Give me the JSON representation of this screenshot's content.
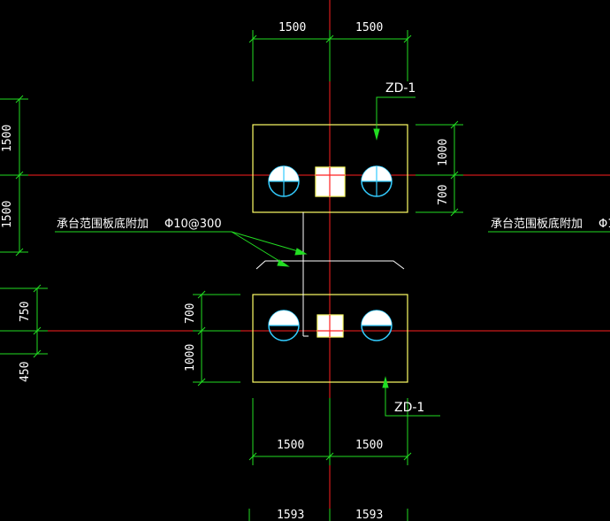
{
  "dimensions": {
    "top_left": "1500",
    "top_right": "1500",
    "upper_cap_top": "1000",
    "upper_cap_bottom": "700",
    "lower_cap_top": "700",
    "lower_cap_bottom": "1000",
    "bottom_left": "1500",
    "bottom_right": "1500",
    "lowest_left": "1593",
    "lowest_right": "1593",
    "left_edge_upper": "1500",
    "left_edge_lower": "1500",
    "left_mid_upper": "750",
    "left_mid_lower": "450"
  },
  "labels": {
    "cap_upper": "ZD-1",
    "cap_lower": "ZD-1"
  },
  "notes": {
    "left_text": "承台范围板底附加",
    "rebar_spec": "Φ10@300",
    "right_text": "承台范围板底附加",
    "right_clip": "Φ1"
  },
  "colors": {
    "axis": "#ff2020",
    "dimension": "#22dd22",
    "outline": "#ffff66",
    "pile": "#33ccff",
    "leader": "#22dd22",
    "text": "#ffffff"
  }
}
